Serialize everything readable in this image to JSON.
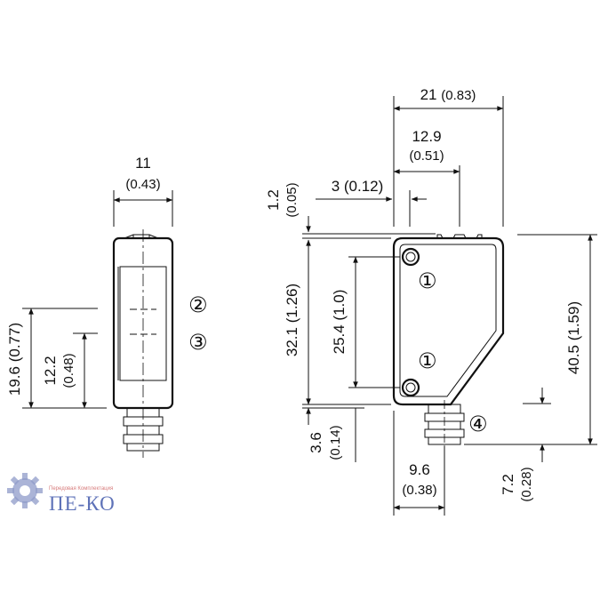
{
  "left_view": {
    "width_mm": "11",
    "width_in": "(0.43)",
    "h1_mm": "19.6",
    "h1_in": "(0.77)",
    "h2_mm": "12.2",
    "h2_in": "(0.48)",
    "callout_2": "②",
    "callout_3": "③"
  },
  "right_view": {
    "w21_mm": "21",
    "w21_in": "(0.83)",
    "w129_mm": "12.9",
    "w129_in": "(0.51)",
    "w3": "3 (0.12)",
    "v12_mm": "1.2",
    "v12_in": "(0.05)",
    "v321": "32.1 (1.26)",
    "v254": "25.4 (1.0)",
    "v405": "40.5 (1.59)",
    "v36_mm": "3.6",
    "v36_in": "(0.14)",
    "w96_mm": "9.6",
    "w96_in": "(0.38)",
    "v72_mm": "7.2",
    "v72_in": "(0.28)",
    "callout_1a": "①",
    "callout_1b": "①",
    "callout_4": "④"
  },
  "logo": {
    "tagline": "Передовая Комплектация",
    "name": "ПЕ-КО",
    "colors": {
      "gear": "#8f9bc9",
      "tagline": "#d77b7b",
      "name": "#5e72b8"
    }
  }
}
